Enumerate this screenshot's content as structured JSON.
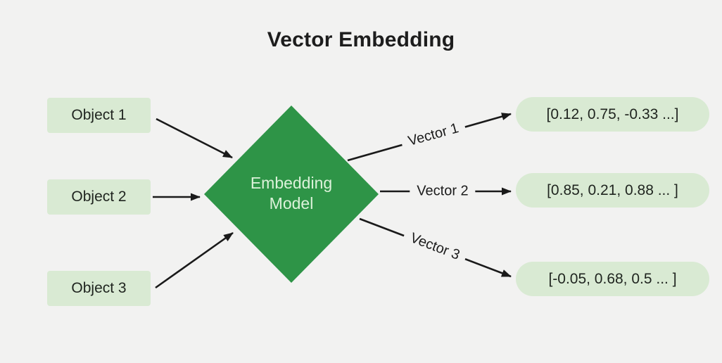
{
  "diagram": {
    "title": "Vector Embedding",
    "objects": [
      "Object 1",
      "Object 2",
      "Object 3"
    ],
    "model": {
      "line1": "Embedding",
      "line2": "Model"
    },
    "vector_labels": [
      "Vector 1",
      "Vector 2",
      "Vector 3"
    ],
    "outputs": [
      "[0.12, 0.75, -0.33 ...]",
      "[0.85, 0.21, 0.88 ... ]",
      "[-0.05, 0.68, 0.5 ... ]"
    ],
    "colors": {
      "background": "#f2f2f1",
      "box_fill": "#d9ead3",
      "diamond_fill": "#2e9447",
      "diamond_text": "#dcf2da",
      "text": "#1d1d1d",
      "arrow": "#1a1a1a"
    }
  }
}
